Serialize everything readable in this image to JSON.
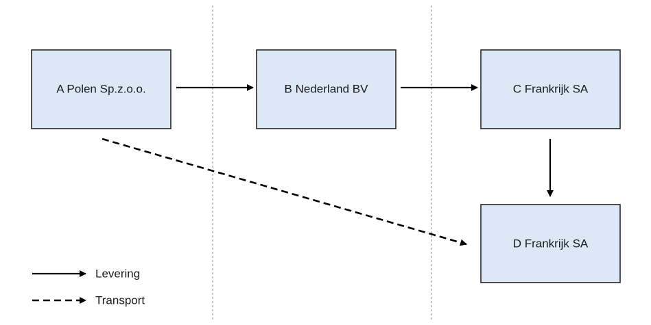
{
  "diagram": {
    "nodes": {
      "a": "A Polen Sp.z.o.o.",
      "b": "B Nederland BV",
      "c": "C Frankrijk SA",
      "d": "D Frankrijk SA"
    },
    "legend": {
      "delivery": "Levering",
      "transport": "Transport"
    },
    "colors": {
      "box_fill": "#dce8f5",
      "box_stroke": "#1a1a1a",
      "arrow": "#000000",
      "divider": "#8a8a8a"
    }
  }
}
